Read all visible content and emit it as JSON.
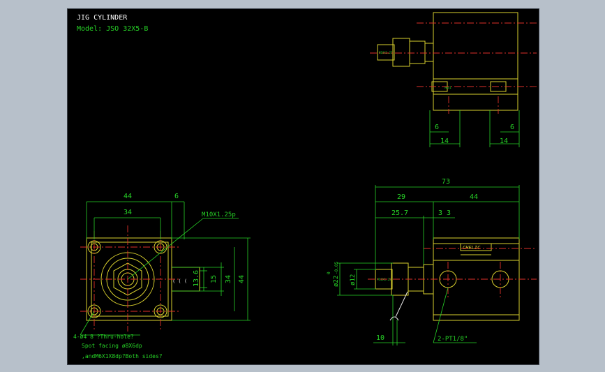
{
  "drawing": {
    "title": "JIG CYLINDER",
    "model": "Model:  JSO  32X5-B"
  },
  "dimensions": {
    "top_view": {
      "left_offset": "6",
      "left_width": "14",
      "right_offset": "6",
      "right_width": "14"
    },
    "front_view": {
      "width_outer": "44",
      "width_holes": "34",
      "port_offset": "6",
      "thread": "M10X1.25p",
      "h_136": "13.6",
      "h_15": "15",
      "h_34": "34",
      "h_44": "44"
    },
    "side_view": {
      "total": "73",
      "front": "29",
      "body": "44",
      "rod_ext": "25.7",
      "body_33": "3 3",
      "dia_22": "ø22",
      "dia_tol": "-0.05",
      "dia_tol0": "0",
      "dia_12": "ø12",
      "bottom": "10",
      "port_note": "2-PT1/8\""
    }
  },
  "notes": {
    "line1": "4-ø4 8 ?Thru-hole?",
    "line2": "Spot facing  ø8X6dp",
    "line3": ",andM6X1X8dp?Both sides?"
  },
  "labels": {
    "brand": "CHELIC"
  },
  "colors": {
    "background": "#000000",
    "frame": "#b7c0ca",
    "dimension": "#27d327",
    "outline": "#d8cf2e",
    "centerline": "#e0302a",
    "title": "#ffffff"
  }
}
